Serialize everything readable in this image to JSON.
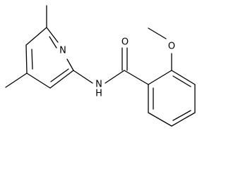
{
  "molecule": {
    "atom_labels": [
      {
        "id": "N1",
        "text": "N"
      },
      {
        "id": "N2",
        "text": "N"
      },
      {
        "id": "H2",
        "text": "H"
      },
      {
        "id": "O1",
        "text": "O"
      },
      {
        "id": "O2",
        "text": "O"
      }
    ],
    "colors": {
      "bond": "#000000",
      "label": "#000000",
      "background": "#ffffff"
    }
  }
}
